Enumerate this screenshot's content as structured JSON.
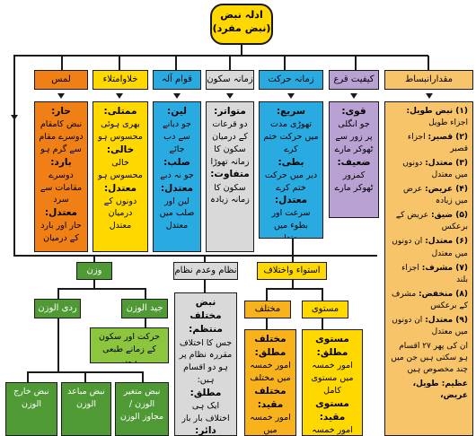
{
  "title": {
    "line1": "ادلہ نبض",
    "line2": "(نبض مفرد)"
  },
  "headers": {
    "miqdar": "مقدارانبساط",
    "kaifiyat": "کیفیت قرع",
    "zamana_harkat": "زمانہ حرکت",
    "zamana_sukoon": "زمانہ سکون",
    "qiwam": "قوام آلہ",
    "khala": "خلاوامتلاء",
    "lams": "لمس"
  },
  "lams_col": {
    "k1": "حار:",
    "t1": "نبض کامقام دوسرے مقام سے گرم ہو",
    "k2": "بارد:",
    "t2": "دوسرے مقامات سے سرد",
    "k3": "معتدل:",
    "t3": "حار اور بارد کے درمیان"
  },
  "khala_col": {
    "k1": "ممتلی:",
    "t1": "بھری ہوئی محسوس ہو",
    "k2": "خالی:",
    "t2": "خالی محسوس ہو",
    "k3": "معتدل:",
    "t3": "دونوں کے درمیان معتدل"
  },
  "qiwam_col": {
    "k1": "لین:",
    "t1": "جو دبانے سے دب جائے",
    "k2": "صلب:",
    "t2": "جو نہ دبے",
    "k3": "معتدل:",
    "t3": "لین اور صلب میں معتدل"
  },
  "sukoon_col": {
    "k1": "متواتر:",
    "t1": "دو قرعات کے درمیان سکون کا زمانہ تھوڑا",
    "k2": "متفاوت:",
    "t2": "سکون کا زمانہ زیادہ"
  },
  "harkat_col": {
    "k1": "سریع:",
    "t1": "تھوڑی مدت میں حرکت ختم کرے",
    "k2": "بطی:",
    "t2": "دیر میں حرکت ختم کرے",
    "k3": "معتدل:",
    "t3": "سرعت اور بطوء میں معتدل"
  },
  "kaifiyat_col": {
    "k1": "قوی:",
    "t1": "جو انگلی پر زور سے ٹھوکر مارے",
    "k2": "ضعیف:",
    "t2": "کمزور ٹھوکر مارے"
  },
  "miqdar_col": {
    "i1n": "(۱) نبض طویل:",
    "i1t": "اجزاء طویل",
    "i2n": "(۲) قصیر:",
    "i2t": "اجزاء قصیر",
    "i3n": "(۳) معتدل:",
    "i3t": "دونوں میں معتدل",
    "i4n": "(۴) عریض:",
    "i4t": "عرض میں زیادہ",
    "i5n": "(۵) ضیق:",
    "i5t": "عریض کے برعکس",
    "i6n": "(۶) معتدل:",
    "i6t": "ان دونوں میں معتدل",
    "i7n": "(۷) مشرف:",
    "i7t": "اجزاء بلند",
    "i8n": "(۸) منخفض:",
    "i8t": "مشرف کے برعکس",
    "i9n": "(۹) معتدل:",
    "i9t": "ان دونوں میں معتدل",
    "tail": "ان کی پھر ۲۷ اقسام ہو سکتی ہیں جن میں چند مخصوص ہیں",
    "tail2": "عظیم: طویل، عریض،"
  },
  "row2": {
    "wazn": "وزن",
    "nizam": "نظام وعدم نظام",
    "istiwa": "استواء واختلاف"
  },
  "wazn_branch": {
    "radi": "ردی الوزن",
    "jayyid": "جید الوزن",
    "jayyid_desc": "حرکت اور سکون کے زمانے طبعی ہوں",
    "b1": "نبض خارج الوزن",
    "b2": "نبض مباعد الوزن",
    "b3": "نبض متغیر الوزن / مجاوز الوزن"
  },
  "nizam_branch": {
    "k1": "نبض مختلف منتظم:",
    "t1": "جس کا اختلاف مقررہ نظام پر ہو دو اقسام ہیں:",
    "k2": "مطلق:",
    "t2": "ایک ہی اختلاف بار بار",
    "k3": "دائر:"
  },
  "istiwa_branch": {
    "mukhtalif": "مختلف",
    "mustawi": "مستوی",
    "mk1": "مختلف مطلق:",
    "mt1": "امور خمسہ میں مختلف",
    "mk2": "مختلف مقید:",
    "mt2": "امور خمسہ میں",
    "sk1": "مستوی مطلق:",
    "st1": "امور خمسہ میں مستوی کامل",
    "sk2": "مستوی مقید:",
    "st2": "امور خمسہ میں سے کچھ"
  },
  "colors": {
    "orange": "#f07f16",
    "yellow": "#ffd800",
    "blue": "#29abe2",
    "gray": "#cfcfcf",
    "purple": "#b9a1d3",
    "tan": "#f7c46a",
    "green": "#4f9a35",
    "light_green": "#8cc63f"
  }
}
